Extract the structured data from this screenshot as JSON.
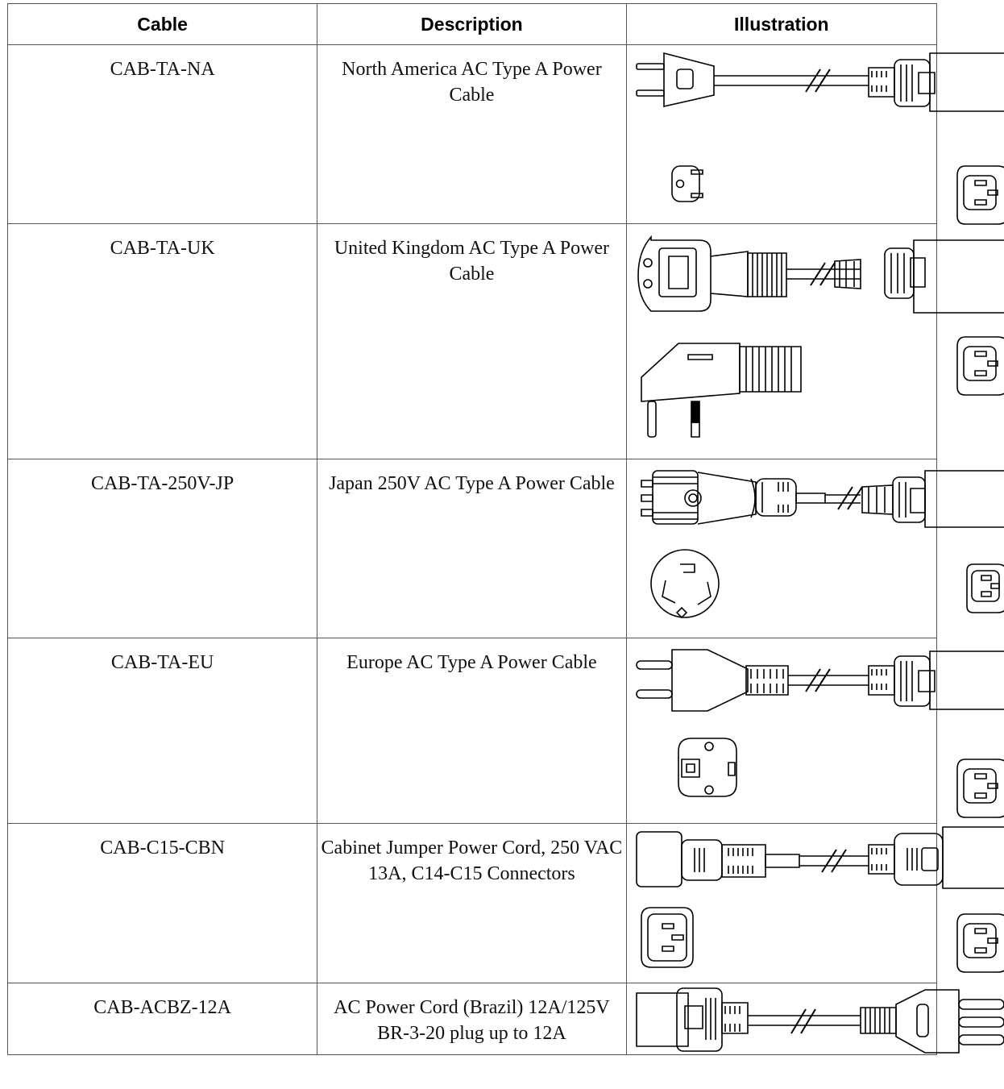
{
  "table": {
    "headers": {
      "cable": "Cable",
      "description": "Description",
      "illustration": "Illustration"
    },
    "rows": [
      {
        "cable": "CAB-TA-NA",
        "description": "North America AC Type A Power Cable",
        "icon": "north-america-plug-icon"
      },
      {
        "cable": "CAB-TA-UK",
        "description": "United Kingdom AC Type A Power Cable",
        "icon": "uk-plug-icon"
      },
      {
        "cable": "CAB-TA-250V-JP",
        "description": "Japan 250V AC Type A Power Cable",
        "icon": "japan-plug-icon"
      },
      {
        "cable": "CAB-TA-EU",
        "description": "Europe AC Type A Power Cable",
        "icon": "europe-plug-icon"
      },
      {
        "cable": "CAB-C15-CBN",
        "description": "Cabinet Jumper Power Cord, 250 VAC 13A, C14-C15 Connectors",
        "icon": "c14-c15-jumper-icon"
      },
      {
        "cable": "CAB-ACBZ-12A",
        "description": "AC Power Cord (Brazil) 12A/125V BR-3-20 plug up to 12A",
        "icon": "brazil-plug-icon"
      }
    ]
  }
}
